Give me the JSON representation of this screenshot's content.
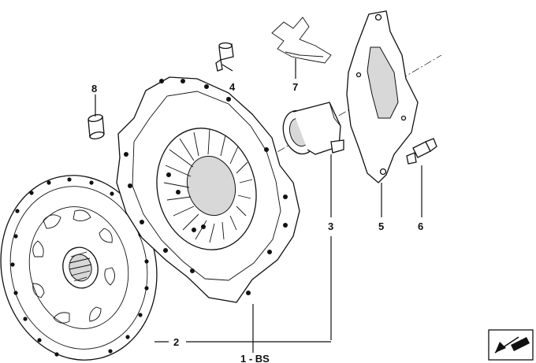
{
  "labels": {
    "p1": "1 - BS",
    "p2": "2",
    "p3": "3",
    "p4": "4",
    "p5": "5",
    "p6": "6",
    "p7": "7",
    "p8": "8"
  }
}
